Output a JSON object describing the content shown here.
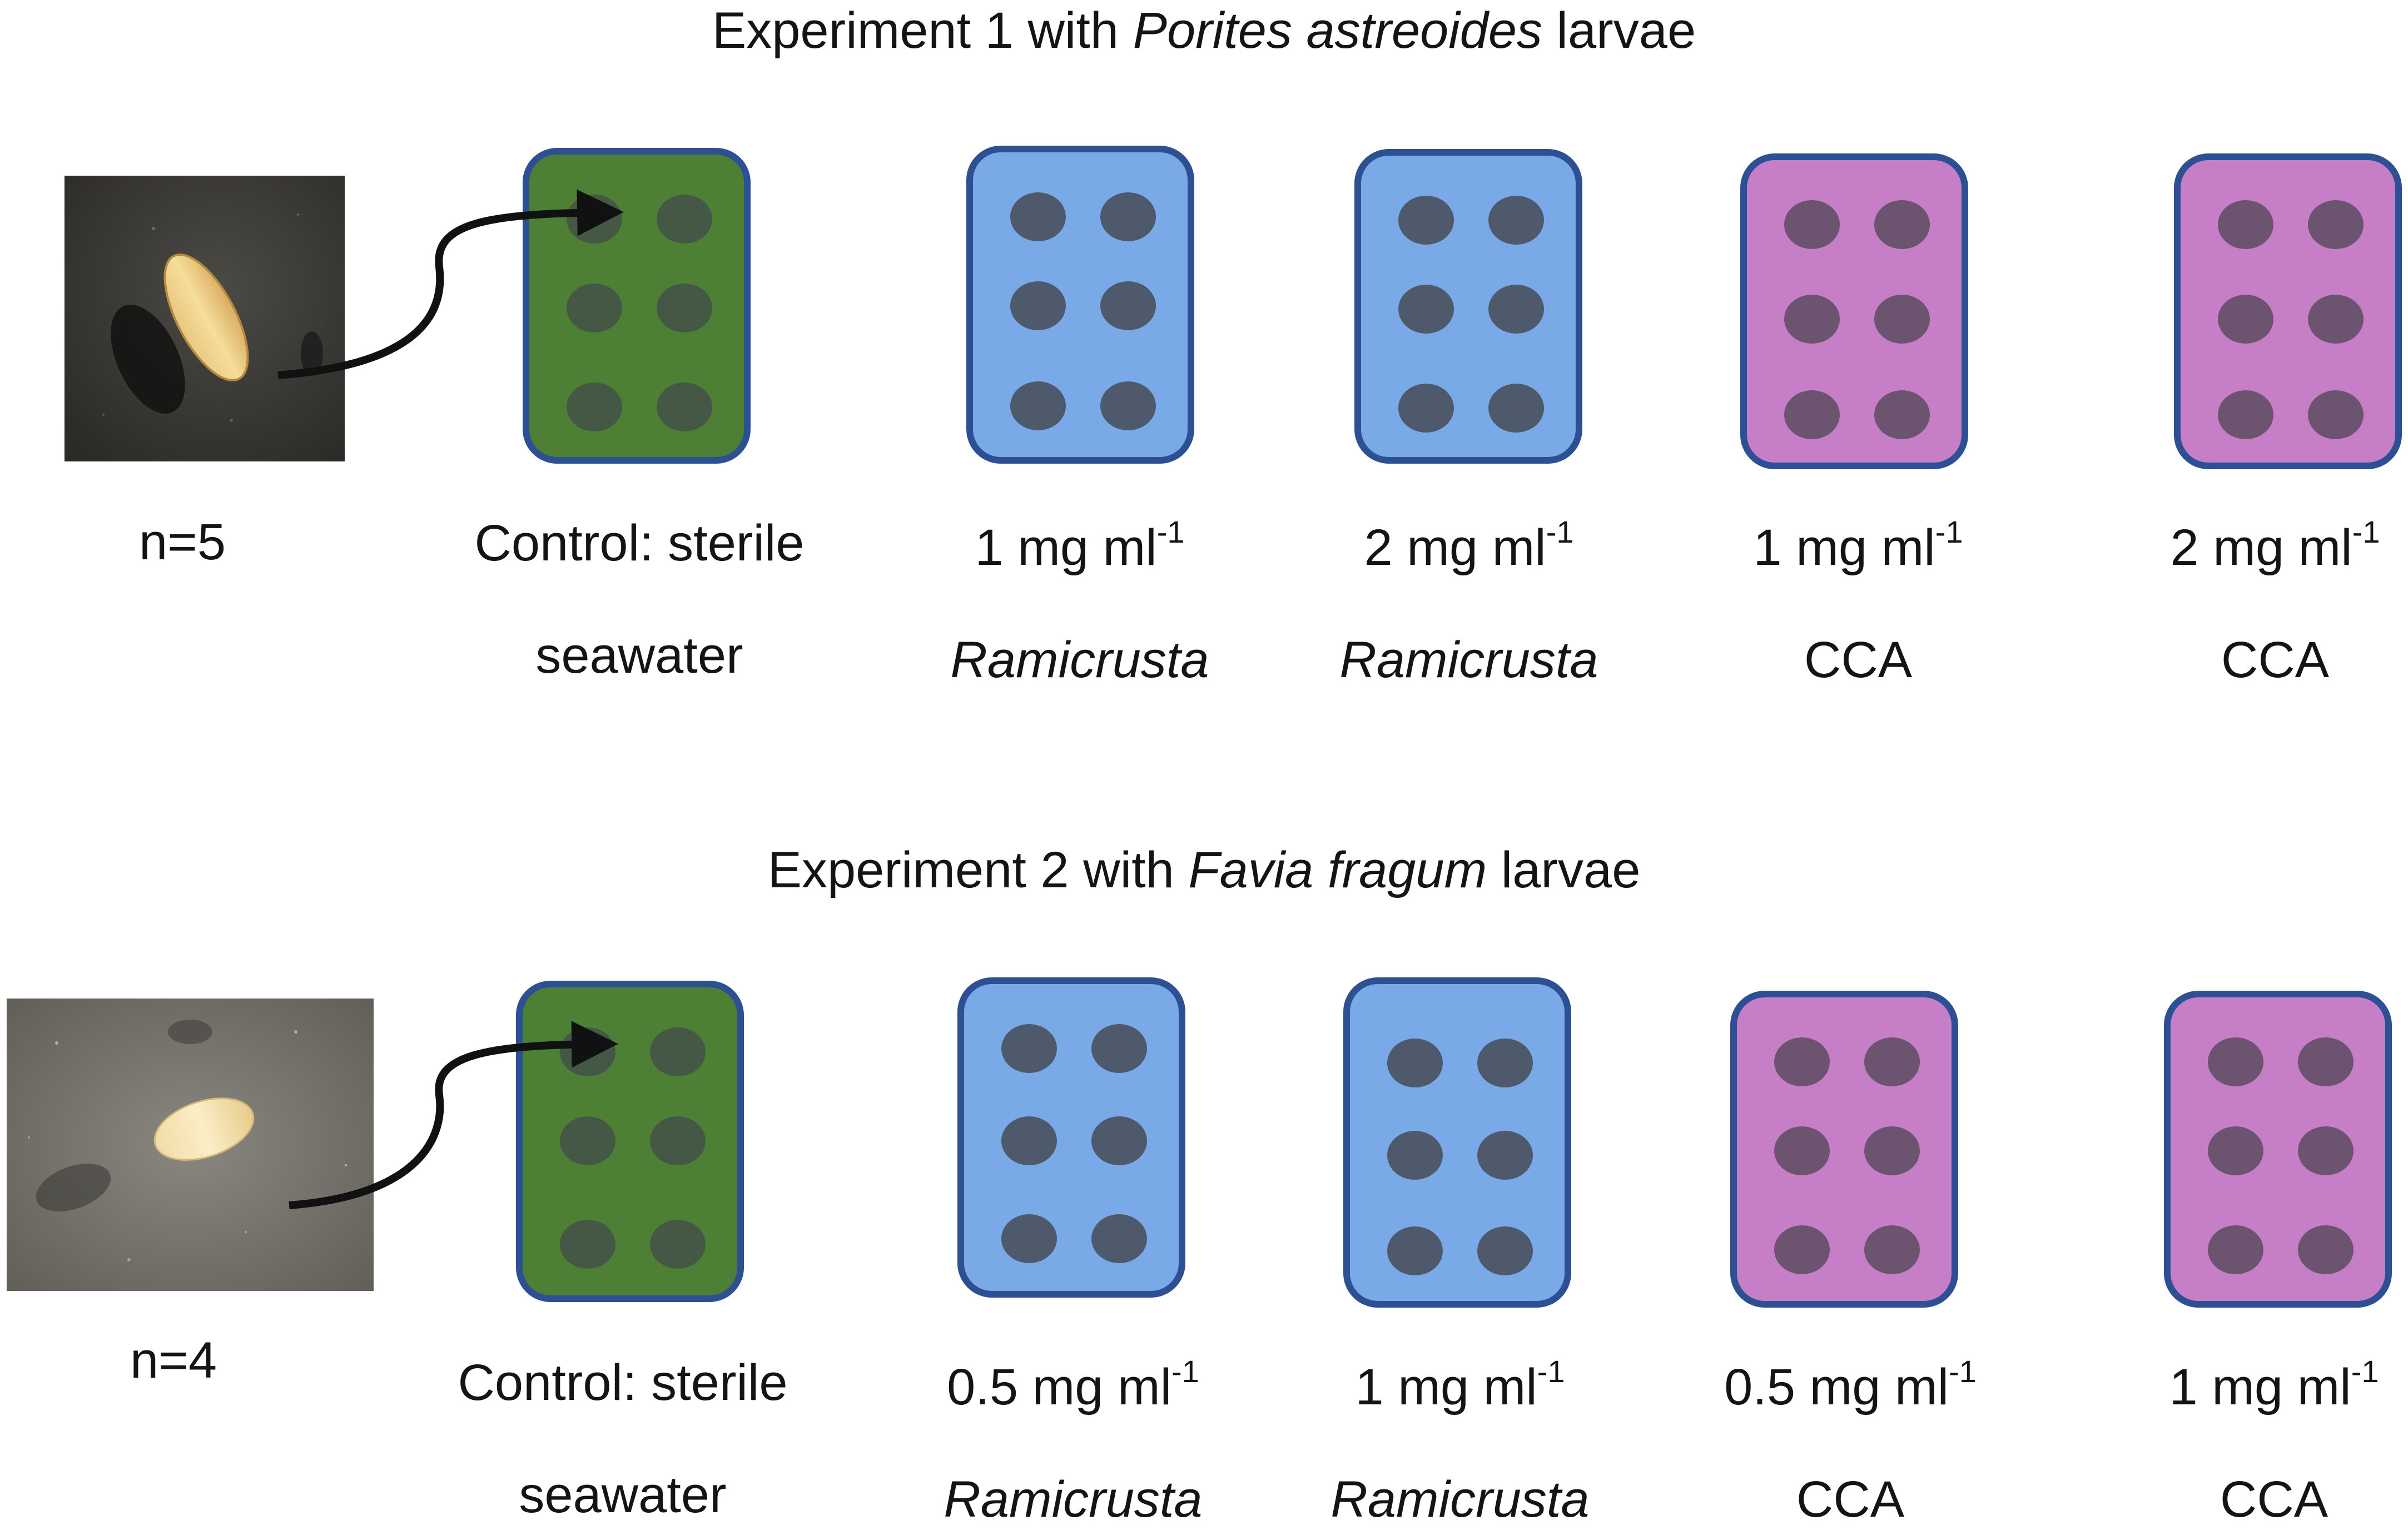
{
  "experiments": [
    {
      "title_pre": "Experiment 1 with ",
      "title_species": "Porites astreoides",
      "title_post": " larvae",
      "n_label": "n=5",
      "treatments": [
        {
          "line1": "Control: sterile",
          "line2": "seawater",
          "kind": "control"
        },
        {
          "conc": "1 mg ml",
          "exp": "-1",
          "substance": "Ramicrusta",
          "kind": "ramicrusta"
        },
        {
          "conc": "2 mg ml",
          "exp": "-1",
          "substance": "Ramicrusta",
          "kind": "ramicrusta"
        },
        {
          "conc": "1 mg ml",
          "exp": "-1",
          "substance": "CCA",
          "kind": "cca"
        },
        {
          "conc": "2 mg ml",
          "exp": "-1",
          "substance": "CCA",
          "kind": "cca"
        }
      ]
    },
    {
      "title_pre": "Experiment 2 with ",
      "title_species": "Favia fragum",
      "title_post": " larvae",
      "n_label": "n=4",
      "treatments": [
        {
          "line1": "Control: sterile",
          "line2": "seawater",
          "kind": "control"
        },
        {
          "conc": "0.5 mg ml",
          "exp": "-1",
          "substance": "Ramicrusta",
          "kind": "ramicrusta"
        },
        {
          "conc": "1 mg ml",
          "exp": "-1",
          "substance": "Ramicrusta",
          "kind": "ramicrusta"
        },
        {
          "conc": "0.5 mg ml",
          "exp": "-1",
          "substance": "CCA",
          "kind": "cca"
        },
        {
          "conc": "1 mg ml",
          "exp": "-1",
          "substance": "CCA",
          "kind": "cca"
        }
      ]
    }
  ],
  "colors": {
    "control_plate": "#4d8034",
    "ramicrusta_plate": "#79a9e7",
    "cca_plate": "#c67fc6",
    "plate_border": "#2d4f93"
  }
}
